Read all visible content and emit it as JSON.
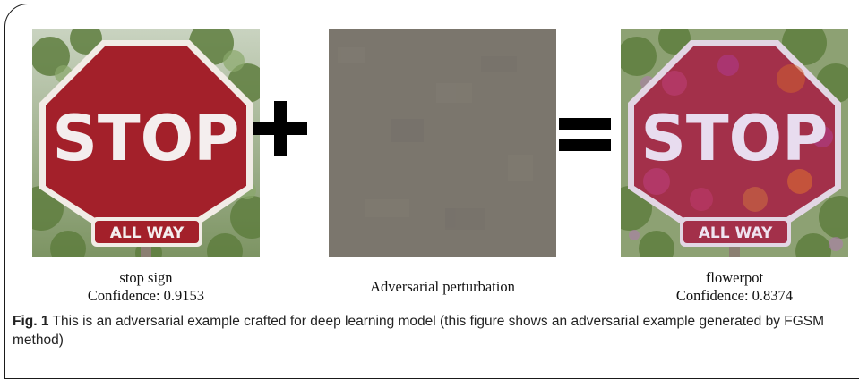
{
  "figure": {
    "panels": [
      {
        "sign_text": "STOP",
        "plate_text": "ALL WAY",
        "label_line1": "stop sign",
        "label_line2": "Confidence: 0.9153"
      },
      {
        "label_line1": "Adversarial perturbation",
        "label_line2": ""
      },
      {
        "sign_text": "STOP",
        "plate_text": "ALL WAY",
        "label_line1": "flowerpot",
        "label_line2": "Confidence: 0.8374"
      }
    ],
    "caption_label": "Fig. 1",
    "caption_text": " This is an adversarial example crafted for deep learning model (this figure shows an adversarial example generated by FGSM method)",
    "colors": {
      "sign_red": "#a3202a",
      "perturbation_gray": "#7b766d",
      "foliage": "#6f8f4e"
    }
  }
}
